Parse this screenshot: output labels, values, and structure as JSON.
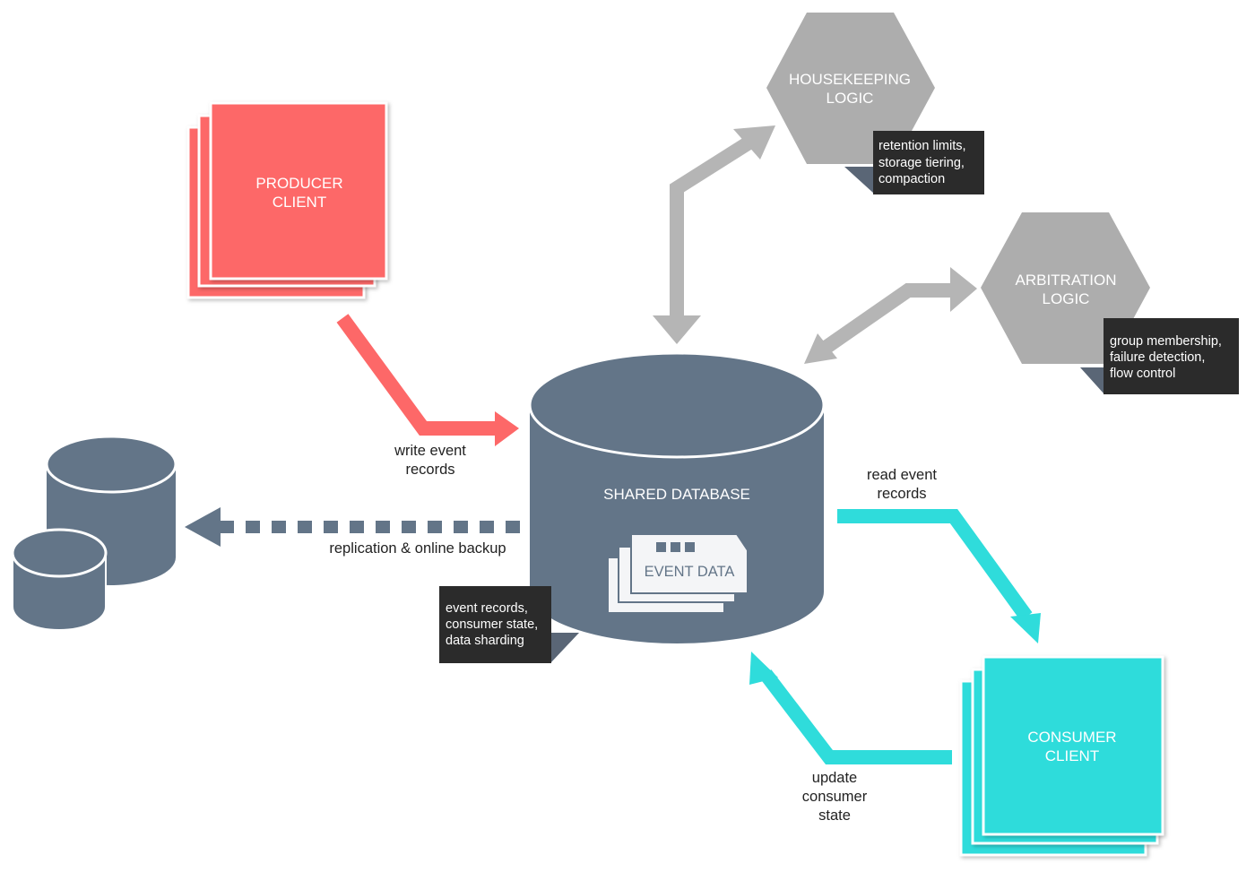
{
  "colors": {
    "producer": "#fd6868",
    "consumer": "#2fdcdb",
    "database": "#637588",
    "hexagon": "#adadad",
    "note_bg": "#2b2b2b",
    "grey_arrow": "#b5b5b5"
  },
  "nodes": {
    "producer": {
      "line1": "PRODUCER",
      "line2": "CLIENT"
    },
    "consumer": {
      "line1": "CONSUMER",
      "line2": "CLIENT"
    },
    "database": {
      "label": "SHARED DATABASE",
      "event_data": "EVENT DATA"
    },
    "housekeeping": {
      "line1": "HOUSEKEEPING",
      "line2": "LOGIC"
    },
    "arbitration": {
      "line1": "ARBITRATION",
      "line2": "LOGIC"
    }
  },
  "notes": {
    "housekeeping": [
      "retention limits,",
      "storage tiering,",
      "compaction"
    ],
    "arbitration": [
      "group membership,",
      "failure detection,",
      "flow control"
    ],
    "database": [
      "event records,",
      "consumer state,",
      "data sharding"
    ]
  },
  "edges": {
    "write": [
      "write event",
      "records"
    ],
    "read": [
      "read event",
      "records"
    ],
    "update": [
      "update",
      "consumer",
      "state"
    ],
    "replication": "replication & online backup"
  }
}
